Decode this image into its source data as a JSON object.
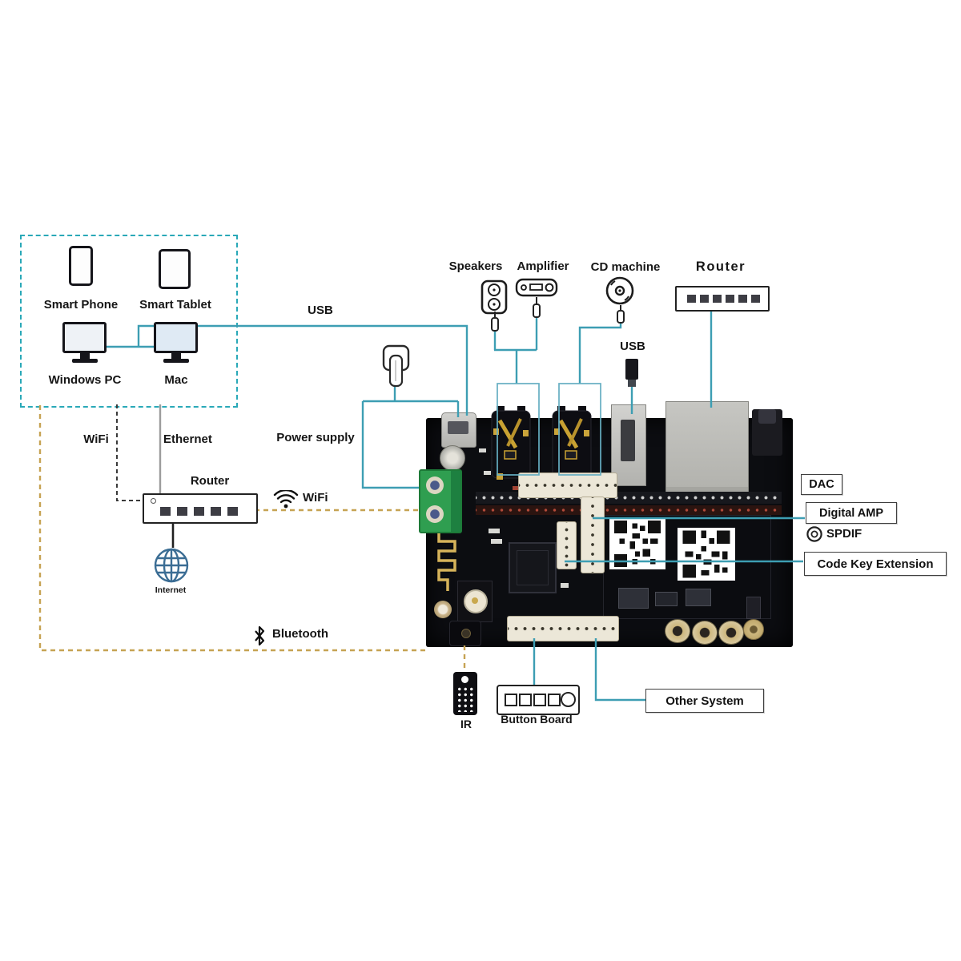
{
  "colors": {
    "line_teal": "#3D9EB3",
    "line_tan": "#C6A353",
    "line_dark_dash": "#3A3A3A",
    "line_gray": "#9C9C9C",
    "box_border_teal": "#2AA9B8",
    "board_black": "#0C0D11",
    "terminal_green": "#2F9E50",
    "gold": "#C9A84E"
  },
  "devices_box": {
    "smart_phone": "Smart Phone",
    "smart_tablet": "Smart Tablet",
    "windows_pc": "Windows PC",
    "mac": "Mac"
  },
  "connections": {
    "usb_top": "USB",
    "wifi_left": "WiFi",
    "ethernet": "Ethernet",
    "router_left": "Router",
    "internet": "Internet",
    "power_supply": "Power supply",
    "wifi_board": "WiFi",
    "bluetooth": "Bluetooth",
    "usb_dongle": "USB"
  },
  "peripherals": {
    "speakers": "Speakers",
    "amplifier": "Amplifier",
    "cd_machine": "CD machine",
    "router_top": "Router"
  },
  "callouts": {
    "dac": "DAC",
    "digital_amp": "Digital AMP",
    "spdif": "SPDIF",
    "code_key_extension": "Code Key Extension",
    "other_system": "Other System"
  },
  "bottom": {
    "ir": "IR",
    "button_board": "Button Board"
  }
}
